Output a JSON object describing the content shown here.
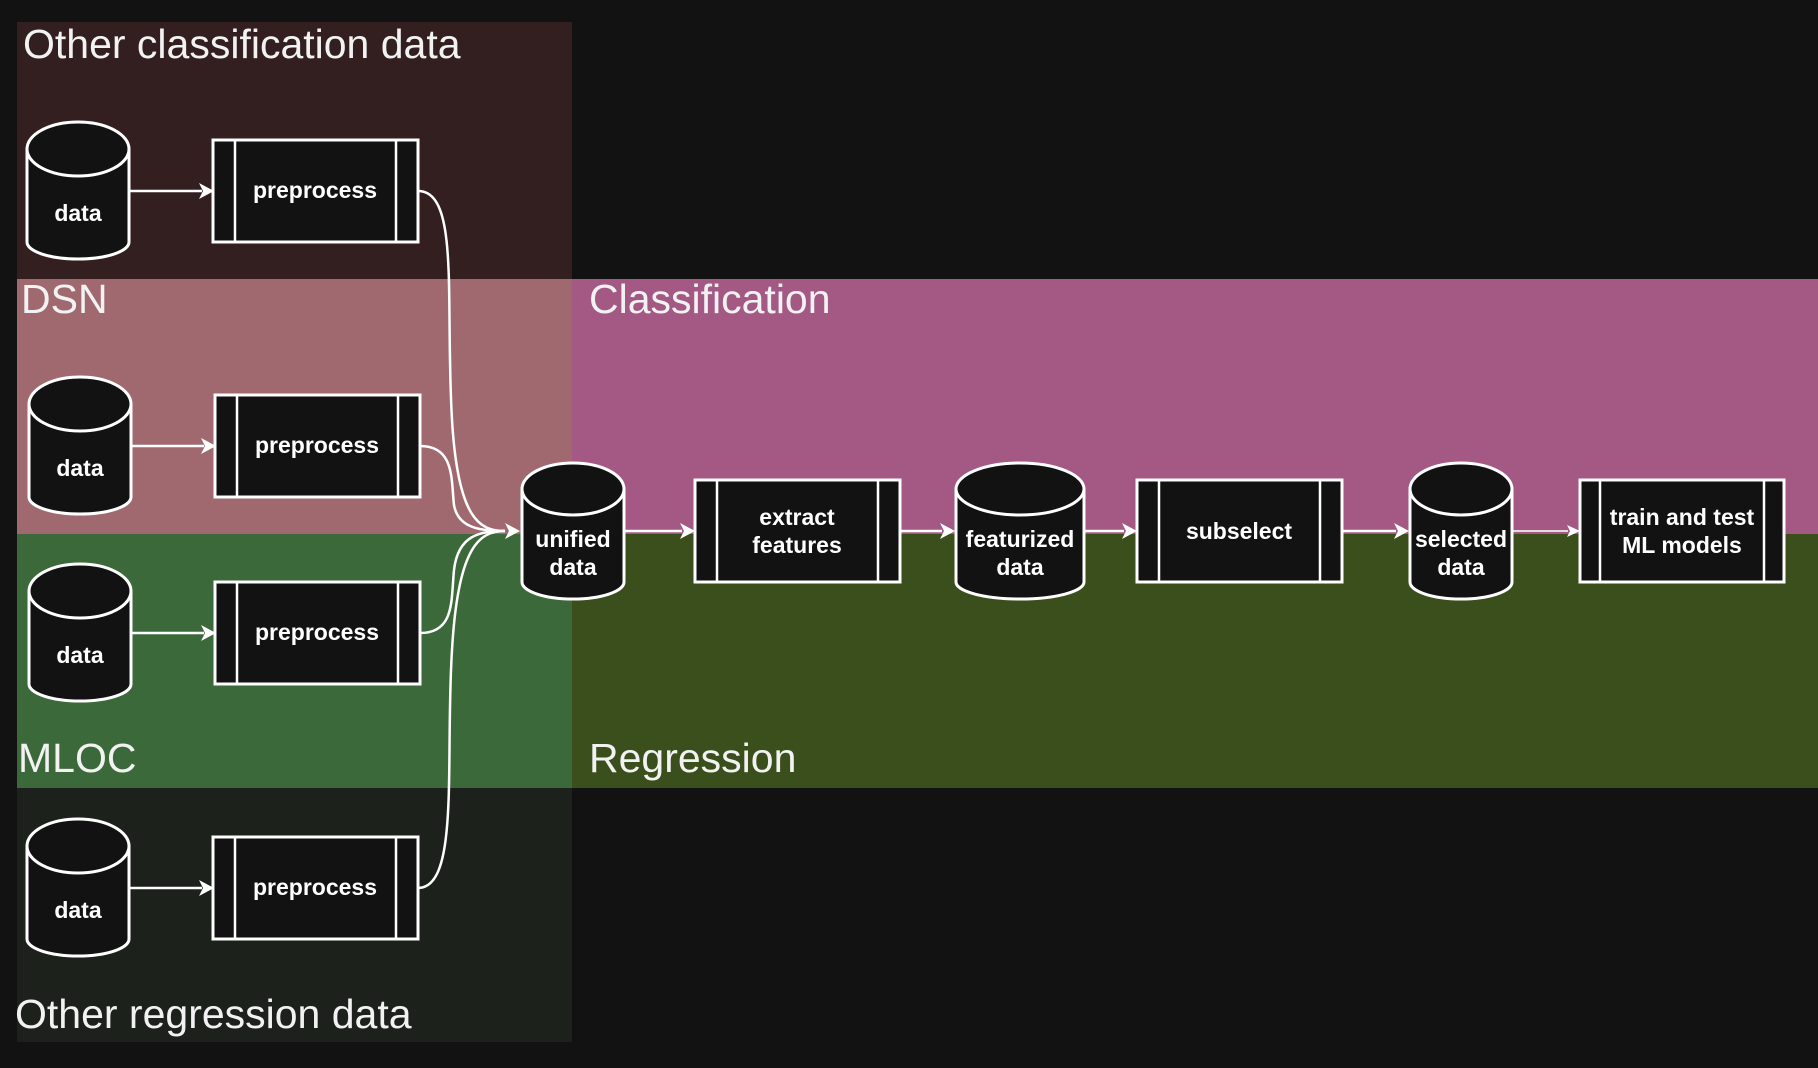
{
  "regions": {
    "other_classification": {
      "label": "Other classification data",
      "color": "#331f20"
    },
    "dsn": {
      "label": "DSN",
      "color": "#a06970"
    },
    "classification": {
      "label": "Classification",
      "color": "#a35983"
    },
    "mloc": {
      "label": "MLOC",
      "color": "#3c6939"
    },
    "regression": {
      "label": "Regression",
      "color": "#3a4f1b"
    },
    "other_regression": {
      "label": "Other regression data",
      "color": "#1c211b"
    }
  },
  "nodes": {
    "data_ocd": {
      "label": "data"
    },
    "pre_ocd": {
      "label": "preprocess"
    },
    "data_dsn": {
      "label": "data"
    },
    "pre_dsn": {
      "label": "preprocess"
    },
    "data_mloc": {
      "label": "data"
    },
    "pre_mloc": {
      "label": "preprocess"
    },
    "data_ord": {
      "label": "data"
    },
    "pre_ord": {
      "label": "preprocess"
    },
    "unified": {
      "line1": "unified",
      "line2": "data"
    },
    "extract": {
      "line1": "extract",
      "line2": "features"
    },
    "featurized": {
      "line1": "featurized",
      "line2": "data"
    },
    "subselect": {
      "label": "subselect"
    },
    "selected": {
      "line1": "selected",
      "line2": "data"
    },
    "train": {
      "line1": "train and test",
      "line2": "ML models"
    }
  }
}
